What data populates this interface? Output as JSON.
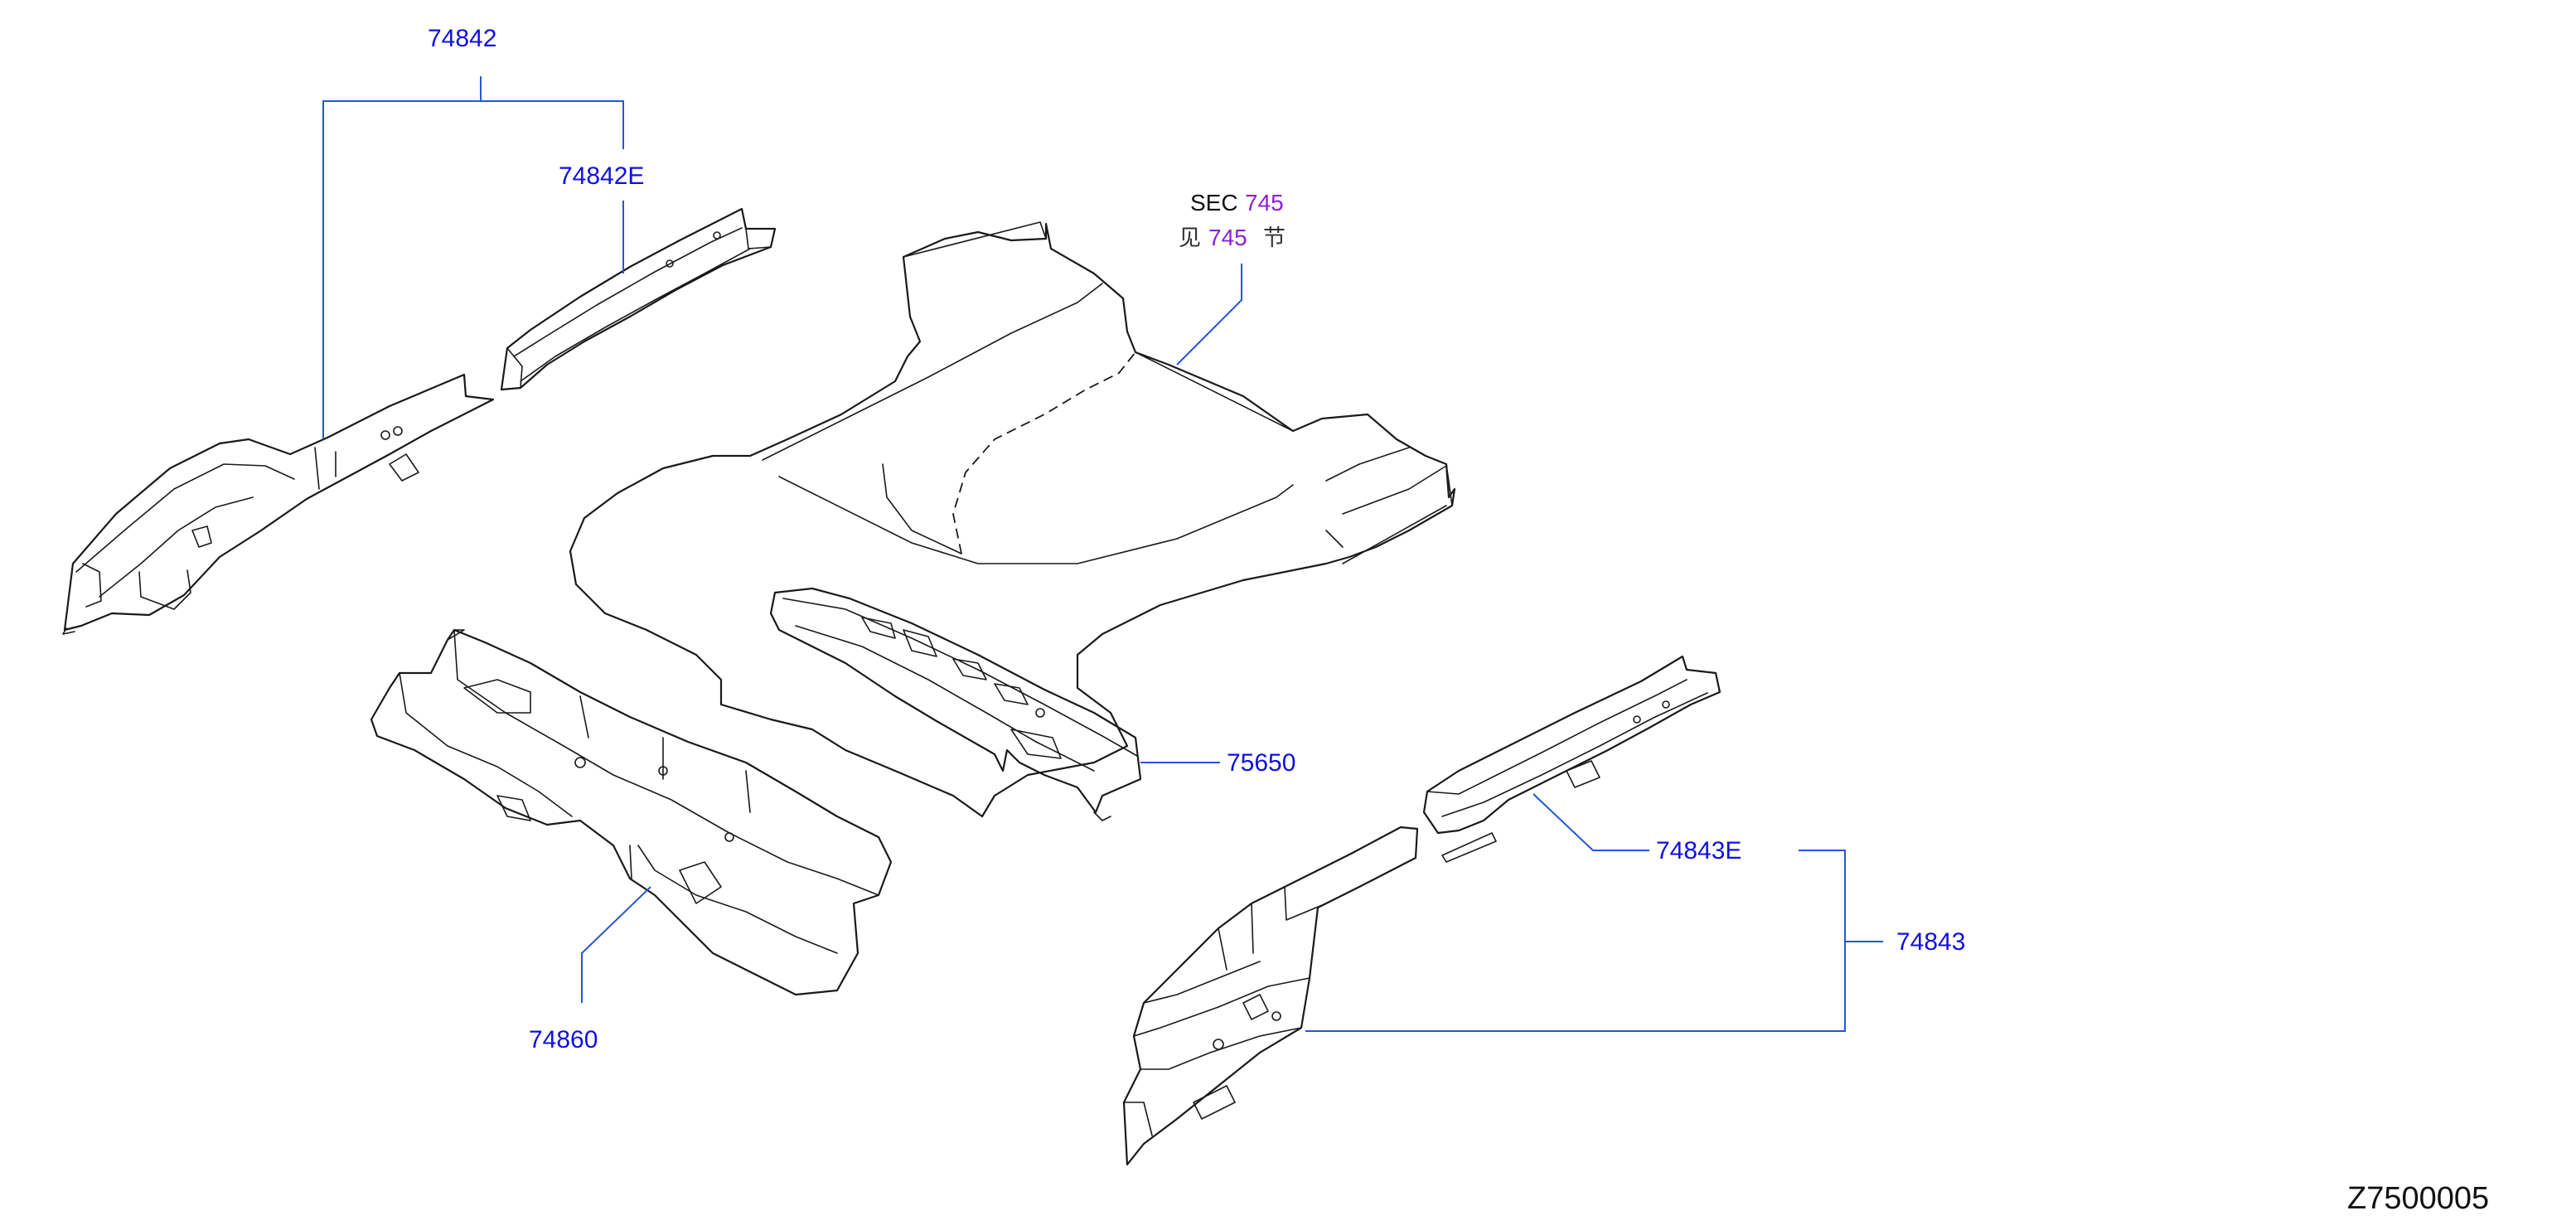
{
  "diagram": {
    "code": "Z7500005",
    "callouts": {
      "p74842": "74842",
      "p74842e": "74842E",
      "p75650": "75650",
      "p74860": "74860",
      "p74843e": "74843E",
      "p74843": "74843"
    },
    "section_ref": {
      "prefix": "SEC",
      "number": "745",
      "cn_prefix": "见",
      "cn_number": "745",
      "cn_suffix": "节"
    },
    "colors": {
      "callout_text": "#1010e0",
      "leader_line": "#2456d6",
      "section_link": "#8a1fd6",
      "part_outline": "#1a1a1a"
    }
  }
}
